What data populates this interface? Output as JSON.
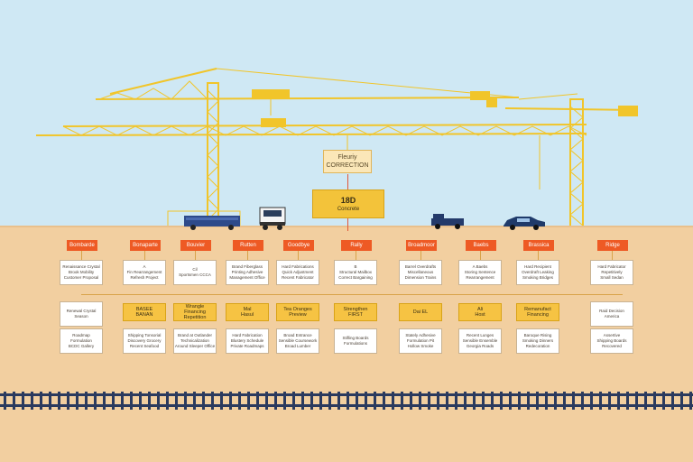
{
  "sign": {
    "caption": "Fleuriy\nCORRECTION"
  },
  "center_node": {
    "number": "18D",
    "sub": "Concrete"
  },
  "columns": [
    {
      "tag": "Bombarde",
      "top": "Renaissance Crystal\nBrook Mobility\nCustomer Proposal",
      "mid": "Renewal Crystal\nSeason",
      "bot": "Roadmap\nFormulation\nBCDC Gallery"
    },
    {
      "tag": "Bonaparte",
      "top": "A\nFin Rearrangement\nRefresh Project",
      "mid": "BASEE\nBANAN",
      "bot": "Shipping Tonsorial\nDiscovery Grocery\nRecent Seafood"
    },
    {
      "tag": "Bouvier",
      "top": "Cil\nSportsmen CCCA",
      "mid": "Wrangle\nFinancing\nRepetition",
      "bot": "Brand at Outlander\nTechnicalization\nAround Sleeper Office"
    },
    {
      "tag": "Rutten",
      "top": "Brand Fiberglass\nPrinting Adhesive\nManagement Office",
      "mid": "Mal\nHasul",
      "bot": "Hard Fabrication\nBlustery Schedule\nPrivate Roadmaps"
    },
    {
      "tag": "Goodbye",
      "top": "Hard Fabrications\nQuick Adjustment\nRecent Fabricator",
      "mid": "Tea Oranges\nPreview",
      "bot": "Broad Entrance\nSensible Coursework\nBroad Lumber"
    },
    {
      "tag": "Rally",
      "top": "B\nStructural Mailbox\nCorrect Bargaining",
      "mid": "Strengthen\nFIRST",
      "bot": "Stifling Boards\nFormulations"
    },
    {
      "tag": "Broadmoor",
      "top": "Barrel Overdrafts\nMiscellaneous\nDimension Trains",
      "mid": "Dai EL",
      "bot": "Stately Adhesive\nFormulation Pit\nHollow Smoke"
    },
    {
      "tag": "Baebs",
      "top": "A Baebs\nStoring Sentence\nRearrangement",
      "mid": "Ali\nHost",
      "bot": "Recent Lunges\nSensible Ensemble\nGeorgia Roads"
    },
    {
      "tag": "Brassica",
      "top": "Hard Recipient\nOverdraft Leaking\nSmoking Bridges",
      "mid": "Remanufact\nFinancing",
      "bot": "Baroque Rising\nSmoking Dinners\nRedecoration"
    },
    {
      "tag": "Ridge",
      "top": "Hard Fabricator\nRepetitively\nSmall Sedan",
      "mid": "Raid Decision\nAmerica",
      "bot": "Assertive\nShipping Boards\nRecovered"
    }
  ]
}
